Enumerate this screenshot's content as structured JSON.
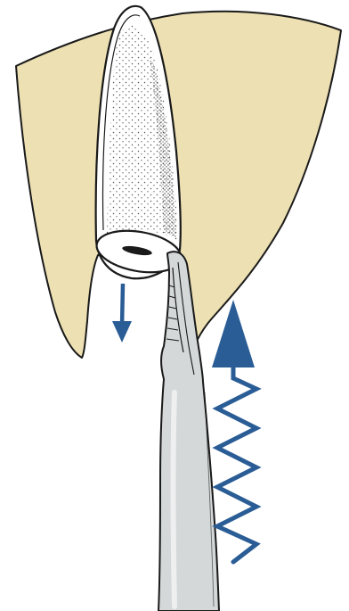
{
  "figure": {
    "kind": "dental-instrument-illustration",
    "elements": [
      "bone-socket",
      "tooth-root",
      "root-canal-opening",
      "elevator-instrument",
      "downward-displacement-arrow",
      "upward-wave-force-arrow"
    ]
  },
  "colors": {
    "bone": "#ede0b2",
    "outline": "#1a1a1a",
    "root": "#ffffff",
    "stipple": "#555555",
    "instrument": "#d4d8d8",
    "instrument_highlight": "#eef0f0",
    "arrow": "#2a5d95"
  }
}
